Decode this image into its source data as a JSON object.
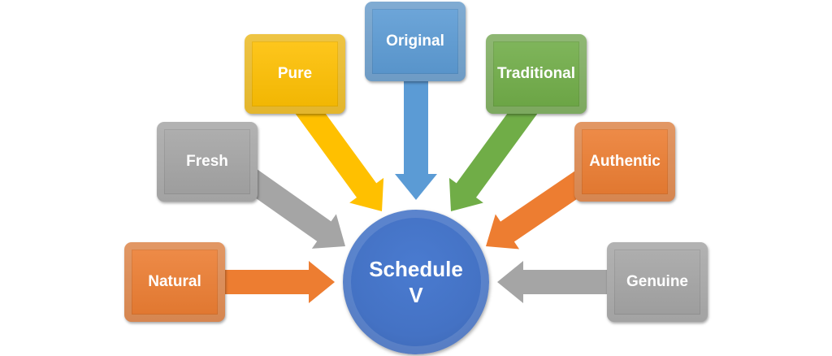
{
  "center": {
    "line1": "Schedule",
    "line2": "V",
    "color": "#4472C4"
  },
  "nodes": [
    {
      "label": "Natural",
      "color": "#ED7D31"
    },
    {
      "label": "Fresh",
      "color": "#A5A5A5"
    },
    {
      "label": "Pure",
      "color": "#FFC000"
    },
    {
      "label": "Original",
      "color": "#5B9BD5"
    },
    {
      "label": "Traditional",
      "color": "#70AD47"
    },
    {
      "label": "Authentic",
      "color": "#ED7D31"
    },
    {
      "label": "Genuine",
      "color": "#A5A5A5"
    }
  ]
}
